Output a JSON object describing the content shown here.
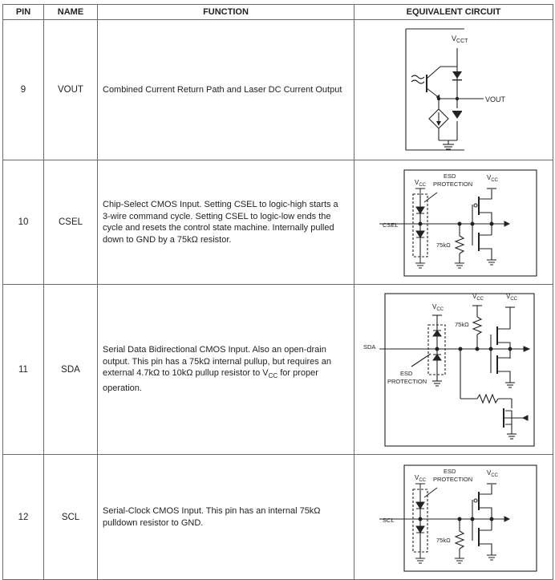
{
  "headers": {
    "pin": "PIN",
    "name": "NAME",
    "function": "FUNCTION",
    "circuit": "EQUIVALENT CIRCUIT"
  },
  "rows": [
    {
      "pin": "9",
      "name": "VOUT",
      "function": "Combined Current Return Path and Laser DC Current Output"
    },
    {
      "pin": "10",
      "name": "CSEL",
      "function": "Chip-Select CMOS Input. Setting CSEL to logic-high starts a 3-wire command cycle. Setting CSEL to logic-low ends the cycle and resets the control state machine. Internally pulled down to GND by a 75kΩ  resistor."
    },
    {
      "pin": "11",
      "name": "SDA",
      "function_pre": "Serial Data Bidirectional CMOS Input. Also an open-drain output. This pin has a 75kΩ  internal pullup, but requires an external 4.7kΩ to 10kΩ  pullup resistor to V",
      "function_sub": "CC",
      "function_post": " for proper operation."
    },
    {
      "pin": "12",
      "name": "SCL",
      "function": "Serial-Clock CMOS Input. This pin has an internal 75kΩ pulldown resistor to GND."
    }
  ],
  "circuit_labels": {
    "vcct": "V",
    "vcct_sub": "CCT",
    "vout": "VOUT",
    "vcc": "V",
    "vcc_sub": "CC",
    "esd": "ESD",
    "protection": "PROTECTION",
    "csel": "CSEL",
    "sda": "SDA",
    "scl": "SCL",
    "r75k": "75kΩ"
  }
}
